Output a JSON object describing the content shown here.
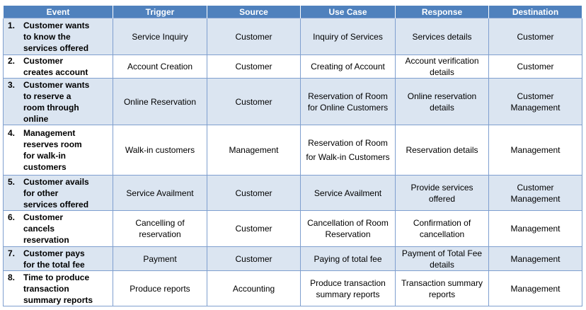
{
  "headers": [
    "Event",
    "Trigger",
    "Source",
    "Use Case",
    "Response",
    "Destination"
  ],
  "rows": [
    {
      "num": "1.",
      "event": "Customer wants to know the services offered",
      "trigger": "Service Inquiry",
      "source": "Customer",
      "use_case": "Inquiry of Services",
      "response": "Services details",
      "destination": "Customer"
    },
    {
      "num": "2.",
      "event": "Customer creates account",
      "trigger": "Account Creation",
      "source": "Customer",
      "use_case": "Creating of Account",
      "response": "Account verification details",
      "destination": "Customer"
    },
    {
      "num": "3.",
      "event": "Customer wants to reserve a room through online",
      "trigger": "Online Reservation",
      "source": "Customer",
      "use_case": "Reservation of Room for Online Customers",
      "response": "Online reservation details",
      "destination": "Customer Management"
    },
    {
      "num": "4.",
      "event": "Management reserves room for walk-in customers",
      "trigger": "Walk-in customers",
      "source": "Management",
      "use_case": "Reservation of Room for Walk-in Customers",
      "response": "Reservation details",
      "destination": "Management"
    },
    {
      "num": "5.",
      "event": "Customer avails for other services offered",
      "trigger": "Service Availment",
      "source": "Customer",
      "use_case": "Service Availment",
      "response": "Provide services offered",
      "destination": "Customer Management"
    },
    {
      "num": "6.",
      "event": "Customer cancels reservation",
      "trigger": "Cancelling of reservation",
      "source": "Customer",
      "use_case": "Cancellation of Room Reservation",
      "response": "Confirmation of cancellation",
      "destination": "Management"
    },
    {
      "num": "7.",
      "event": "Customer pays for the total fee",
      "trigger": "Payment",
      "source": "Customer",
      "use_case": "Paying of total fee",
      "response": "Payment of Total Fee details",
      "destination": "Management"
    },
    {
      "num": "8.",
      "event": "Time to produce transaction summary reports",
      "trigger": "Produce reports",
      "source": "Accounting",
      "use_case": "Produce transaction summary reports",
      "response": "Transaction summary reports",
      "destination": "Management"
    }
  ]
}
